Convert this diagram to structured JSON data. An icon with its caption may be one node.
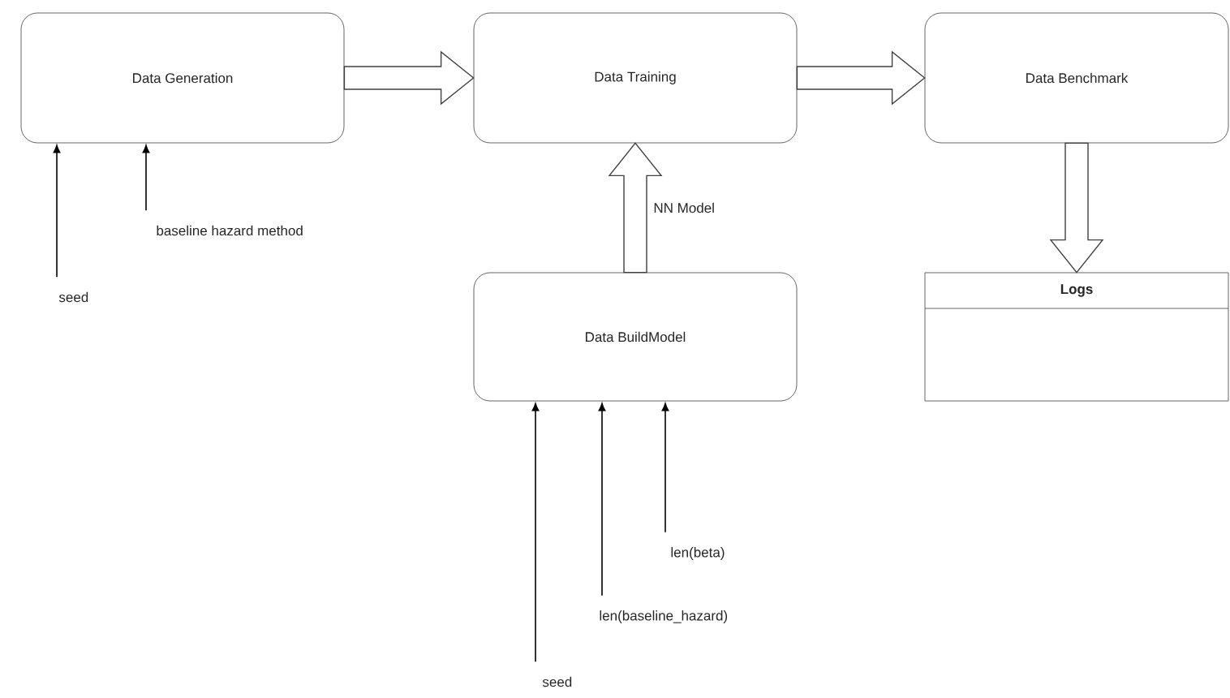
{
  "diagram": {
    "nodes": [
      {
        "text": [
          "Data Generation"
        ]
      },
      {
        "text": [
          "Data Training"
        ]
      },
      {
        "text": [
          "Data Benchmark"
        ]
      },
      {
        "text": [
          "Data BuildModel"
        ]
      },
      {
        "text": [
          "Logs"
        ]
      },
      {
        "text": [
          "seed"
        ]
      },
      {
        "text": [
          "baseline hazard method"
        ]
      },
      {
        "text": [
          "len(beta)"
        ]
      },
      {
        "text": [
          "len(baseline_hazard)"
        ]
      },
      {
        "text": [
          "seed"
        ]
      }
    ],
    "edges": [
      {
        "from": 0,
        "to": 1,
        "arrow": "to",
        "style": "thick"
      },
      {
        "from": 1,
        "to": 2,
        "arrow": "to",
        "style": "thick"
      },
      {
        "from": 3,
        "to": 1,
        "arrow": "to",
        "style": "thick",
        "label": "NN Model"
      },
      {
        "from": 2,
        "to": 4,
        "arrow": "to",
        "style": "thick"
      },
      {
        "from": 5,
        "to": 0,
        "arrow": "to"
      },
      {
        "from": 6,
        "to": 0,
        "arrow": "to"
      },
      {
        "from": 7,
        "to": 3,
        "arrow": "to"
      },
      {
        "from": 8,
        "to": 3,
        "arrow": "to"
      },
      {
        "from": 9,
        "to": 3,
        "arrow": "to"
      }
    ]
  }
}
